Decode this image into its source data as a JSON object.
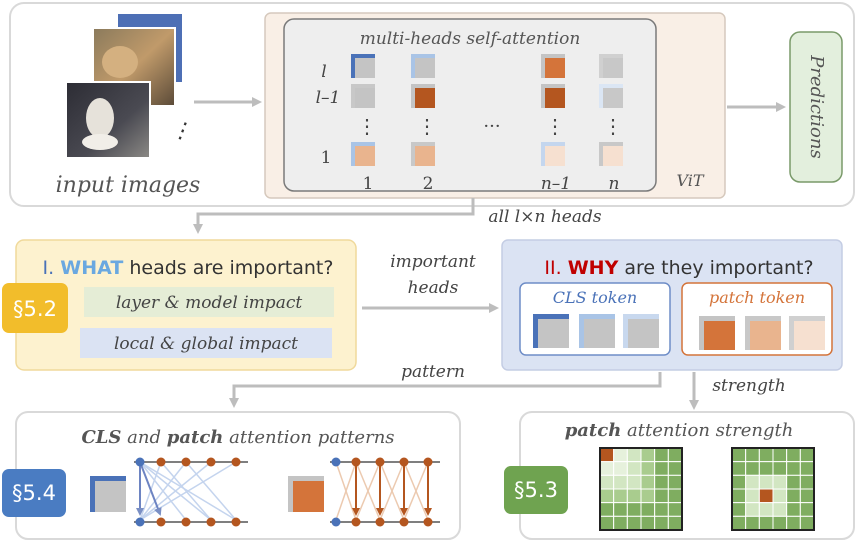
{
  "top": {
    "input_caption": "input images",
    "ellipsis": "⋮",
    "attention_title": "multi-heads self-attention",
    "row_label_l": "l",
    "row_label_l1": "l–1",
    "row_label_1": "1",
    "row_dots": "⋮",
    "h_dots": "···",
    "col_labels": [
      "1",
      "2",
      "n–1",
      "n"
    ],
    "vit_label": "ViT",
    "predictions_label": "Predictions",
    "all_heads_label": "all l×n heads"
  },
  "section_52": {
    "badge": "§5.2",
    "title_prefix": "I.",
    "title_strong": "WHAT",
    "title_rest": "heads are important?",
    "chip_1": "layer & model impact",
    "chip_2": "local & global impact"
  },
  "middle": {
    "important_line1": "important",
    "important_line2": "heads",
    "pattern_label": "pattern",
    "strength_label": "strength"
  },
  "why": {
    "title_prefix": "II.",
    "title_strong": "WHY",
    "title_rest": "are they important?",
    "cls_token": "CLS token",
    "patch_token": "patch token"
  },
  "section_54": {
    "badge": "§5.4",
    "title_a": "CLS",
    "title_b": "and",
    "title_c": "patch",
    "title_d": "attention patterns"
  },
  "section_53": {
    "badge": "§5.3",
    "title_a": "patch",
    "title_b": "attention strength"
  },
  "colors": {
    "cls_blue": "#4a72b8",
    "light_blue": "#a9c4e6",
    "orange": "#d4743a",
    "dark_orange": "#b4561f",
    "light_orange": "#e9b48e",
    "pale_orange": "#f6e0d0",
    "gray": "#c4c4c4",
    "yellow_box": "#fdf2cf",
    "blue_box": "#dbe3f3",
    "green_badge": "#6fa350",
    "blue_badge": "#4a7cc2",
    "gold_badge": "#f2bd2b",
    "red": "#c00000"
  }
}
